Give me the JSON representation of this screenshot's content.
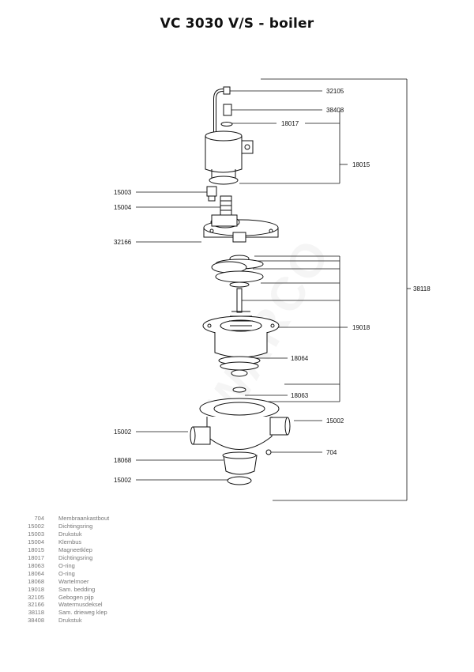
{
  "title": "VC 3030 V/S - boiler",
  "watermark": "WARCO",
  "callouts": {
    "c32105": "32105",
    "c38408": "38408",
    "c18017": "18017",
    "c18015": "18015",
    "c15003": "15003",
    "c15004": "15004",
    "c32166": "32166",
    "c38118": "38118",
    "c19018": "19018",
    "c18064": "18064",
    "c18063": "18063",
    "c15002a": "15002",
    "c15002b": "15002",
    "c704": "704",
    "c18068": "18068",
    "c15002c": "15002"
  },
  "legend": [
    {
      "code": "704",
      "desc": "Membraankastbout"
    },
    {
      "code": "15002",
      "desc": "Dichtingsring"
    },
    {
      "code": "15003",
      "desc": "Drukstuk"
    },
    {
      "code": "15004",
      "desc": "Klembus"
    },
    {
      "code": "18015",
      "desc": "Magneetklep"
    },
    {
      "code": "18017",
      "desc": "Dichtingsring"
    },
    {
      "code": "18063",
      "desc": "O-ring"
    },
    {
      "code": "18064",
      "desc": "O-ring"
    },
    {
      "code": "18068",
      "desc": "Wartelmoer"
    },
    {
      "code": "19018",
      "desc": "Sam. bedding"
    },
    {
      "code": "32105",
      "desc": "Gebogen pijp"
    },
    {
      "code": "32166",
      "desc": "Watermusdeksel"
    },
    {
      "code": "38118",
      "desc": "Sam. drieweg klep"
    },
    {
      "code": "38408",
      "desc": "Drukstuk"
    }
  ]
}
